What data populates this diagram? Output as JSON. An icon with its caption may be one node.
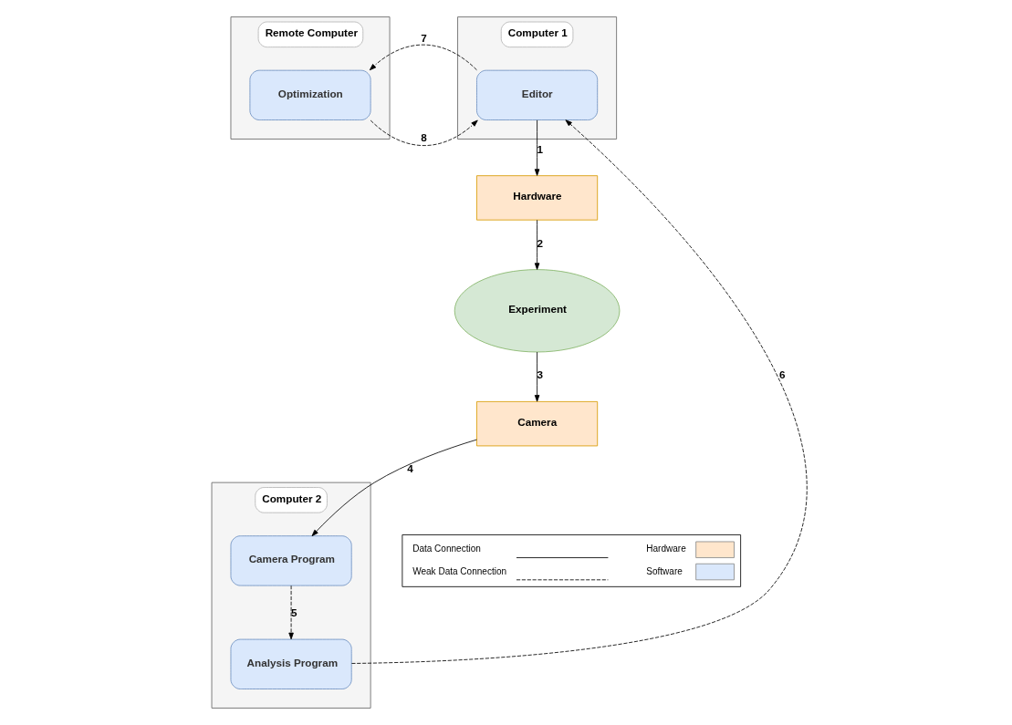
{
  "diagram": {
    "nodes": [
      {
        "text": [
          "Remote Computer"
        ]
      },
      {
        "text": [
          "Optimization"
        ],
        "in": 0
      },
      {
        "text": [
          "Computer 1"
        ]
      },
      {
        "text": [
          "Editor"
        ],
        "in": 2
      },
      {
        "text": [
          "Computer 2"
        ]
      },
      {
        "text": [
          "Analysis Program"
        ],
        "in": 4
      },
      {
        "text": [
          "Camera Program"
        ],
        "in": 4
      },
      {
        "text": [
          "Hardware"
        ]
      },
      {
        "text": [
          "Experiment"
        ]
      },
      {
        "text": [
          "Camera"
        ]
      }
    ],
    "edges": [
      {
        "from": 3,
        "to": 1,
        "arrow": "to",
        "style": "dashed",
        "label": "7"
      },
      {
        "from": 1,
        "to": 3,
        "arrow": "to",
        "style": "dashed",
        "label": "8"
      },
      {
        "from": 3,
        "to": 7,
        "arrow": "to",
        "label": "1"
      },
      {
        "from": 7,
        "to": 8,
        "arrow": "to",
        "label": "2"
      },
      {
        "from": 8,
        "to": 9,
        "arrow": "to",
        "label": "3"
      },
      {
        "from": 9,
        "to": 6,
        "arrow": "to",
        "label": "4"
      },
      {
        "from": 6,
        "to": 5,
        "arrow": "to",
        "style": "dashed",
        "label": "5"
      },
      {
        "from": 5,
        "to": 3,
        "arrow": "to",
        "style": "dashed",
        "label": "6"
      }
    ],
    "legend": [
      {
        "text": "Data Connection"
      },
      {
        "text": "Weak Data Connection"
      },
      {
        "text": "Hardware",
        "color": "#ffe6cc"
      },
      {
        "text": "Software",
        "color": "#dae8fc"
      }
    ]
  }
}
